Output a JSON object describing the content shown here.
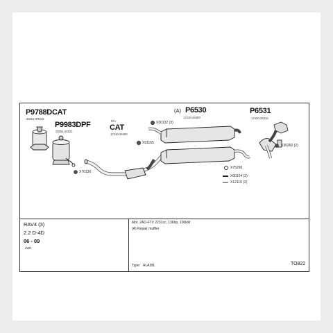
{
  "parts": {
    "p9788": {
      "code": "P9788DCAT",
      "ref": "25051-0R010"
    },
    "p9983": {
      "code": "P9983DPF",
      "ref": "25051-26021"
    },
    "cat": {
      "code": "CAT",
      "prefix": "R/A",
      "ref": "17410-26400"
    },
    "p6530": {
      "code": "P6530",
      "label": "(A)",
      "ref": "17410-26400"
    },
    "p6531": {
      "code": "P6531",
      "ref": "17430-26310"
    }
  },
  "refs": {
    "x30132": "X30132 (3)",
    "x91165": "X91165",
    "x70136": "X70136",
    "x30260": "X30260 (2)",
    "x75296": "X75296",
    "x00104": "X00104 (2)",
    "x12110": "X12110 (2)"
  },
  "vehicle": {
    "model": "RAV4 (3)",
    "engine": "2.2 D-4D",
    "years": "06 - 09",
    "drive": "4WD"
  },
  "notes": {
    "line1": "Mot. 2AD-FTV 2231cc, 136hp, 100kW",
    "line2": "(A) Repair muffler",
    "type_label": "Type:",
    "type_value": "ALA38L",
    "code": "TO822"
  }
}
